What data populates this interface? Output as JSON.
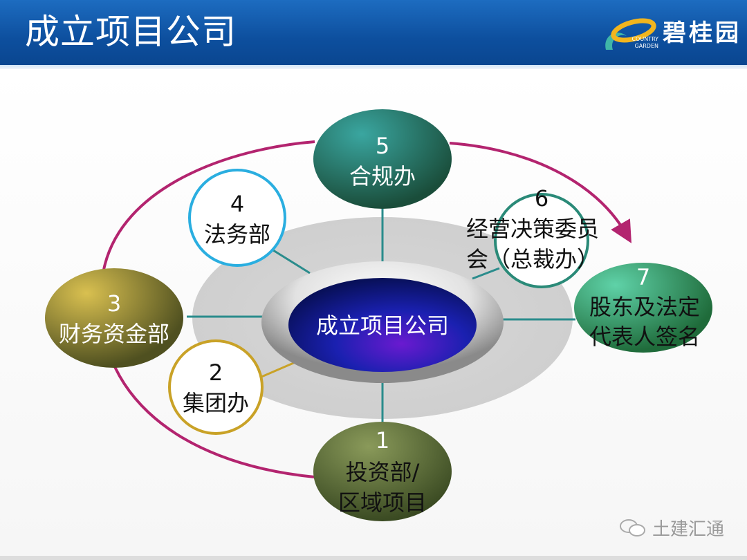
{
  "header": {
    "title": "成立项目公司"
  },
  "logo": {
    "brand_cn": "碧桂园",
    "brand_en_top": "COUNTRY",
    "brand_en_bottom": "GARDEN"
  },
  "diagram": {
    "center": "成立项目公司",
    "nodes": [
      {
        "num": "1",
        "lines": [
          "投资部/",
          "区域项目"
        ]
      },
      {
        "num": "2",
        "lines": [
          "集团办"
        ]
      },
      {
        "num": "3",
        "lines": [
          "财务资金部"
        ]
      },
      {
        "num": "4",
        "lines": [
          "法务部"
        ]
      },
      {
        "num": "5",
        "lines": [
          "合规办"
        ]
      },
      {
        "num": "6",
        "lines": [
          "经营决策委员",
          "会（总裁办）"
        ]
      },
      {
        "num": "7",
        "lines": [
          "股东及法定",
          "代表人签名"
        ]
      }
    ],
    "colors": {
      "flow_arrow": "#b3246f",
      "connector": "#2a8c8c",
      "center_fill": "#1a1aa0",
      "node4_ring": "#2aaee0",
      "node6_ring": "#2a8a78",
      "node2_ring": "#c9a227"
    }
  },
  "watermark": {
    "text": "土建汇通",
    "icon": "wechat-icon"
  }
}
